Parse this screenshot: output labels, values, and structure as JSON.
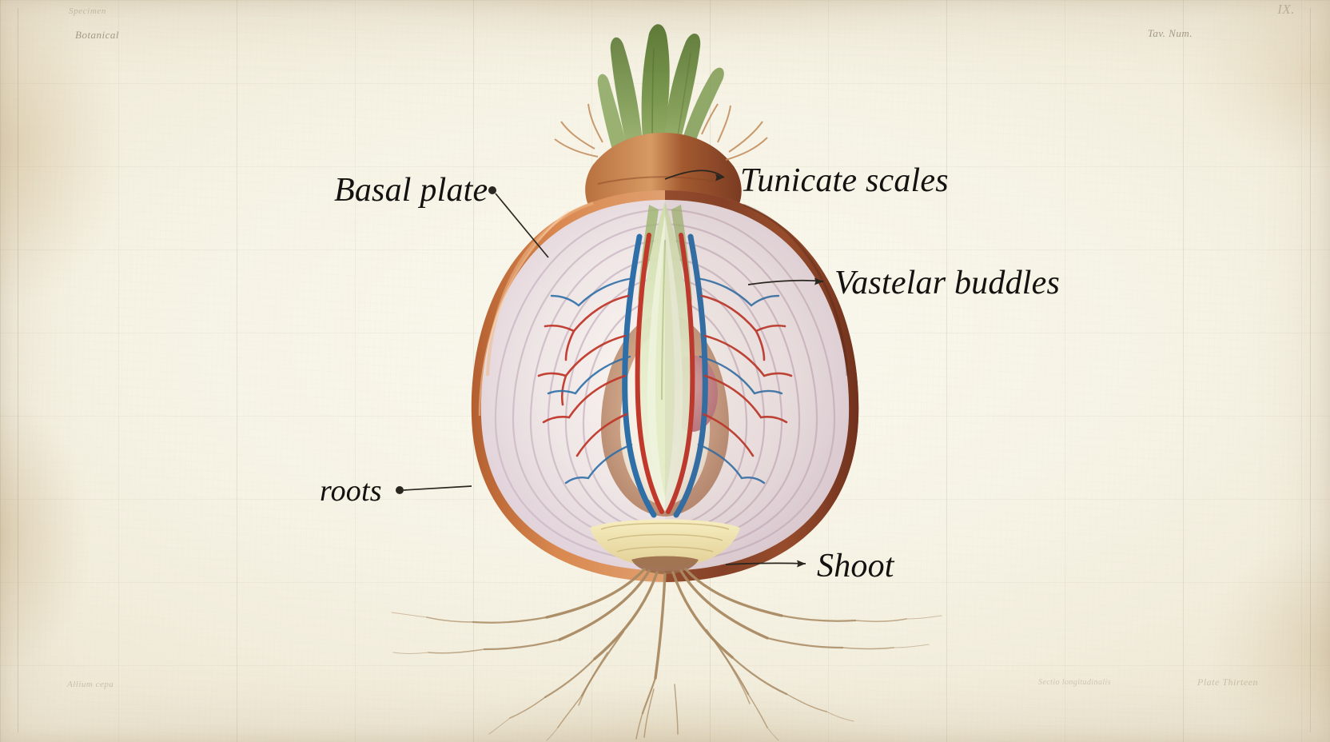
{
  "figure": {
    "subject": "onion-bulb-longitudinal-section",
    "title": "Botanical illustration of an onion bulb cut in longitudinal section",
    "background_color": "#f6f3e6",
    "ink_color": "#141210"
  },
  "labels": [
    {
      "id": "basal-plate",
      "text": "Basal plate",
      "leader": "dot-left-line-down-right"
    },
    {
      "id": "tunicate-scales",
      "text": "Tunicate scales",
      "leader": "arrow-pointing-right-to-left"
    },
    {
      "id": "vastelar-buddles",
      "text": "Vastelar buddles",
      "leader": "arrow-pointing-right-to-left"
    },
    {
      "id": "roots",
      "text": "roots",
      "leader": "dot-then-line-right"
    },
    {
      "id": "shoot",
      "text": "Shoot",
      "leader": "arrow-pointing-right-to-left"
    }
  ],
  "marginalia": {
    "top_left_small": "Specimen",
    "top_left": "Botanical",
    "top_right": "Tav. Num.",
    "top_right_corner": "IX.",
    "bottom_left": "Allium cepa",
    "bottom_right_small": "Sectio longitudinalis",
    "bottom_right": "Plate Thirteen"
  },
  "palette": {
    "paper": "#f6f3e6",
    "outer_skin_light": "#d98b55",
    "outer_skin_dark": "#7d3b24",
    "scale_flesh": "#e9dde4",
    "scale_core": "#f7f2ea",
    "foliage_green": "#6f8a43",
    "shoot_green": "#b9c98d",
    "vascular_red": "#c0392b",
    "vascular_blue": "#2f6fa8",
    "root_brown": "#a98a63",
    "basal_plate": "#efe3b4"
  }
}
